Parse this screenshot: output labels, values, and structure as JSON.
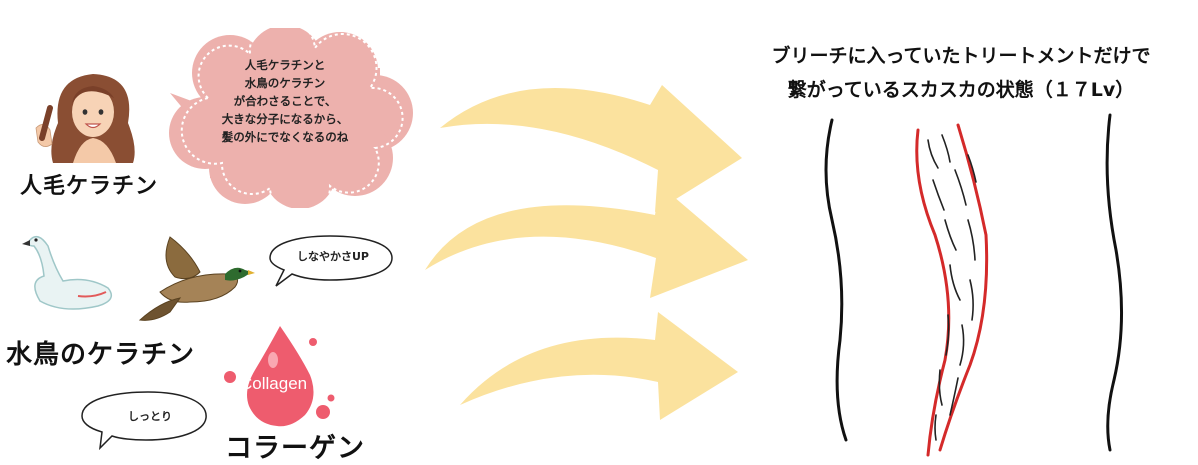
{
  "title": {
    "line1": "ブリーチに入っていたトリートメントだけで",
    "line2": "繋がっているスカスカの状態（１７Lv）"
  },
  "human_keratin": {
    "label": "人毛ケラチン",
    "speech": [
      "人毛ケラチンと",
      "水鳥のケラチン",
      "が合わさることで、",
      "大きな分子になるから、",
      "髪の外にでなくなるのね"
    ]
  },
  "waterbird_keratin": {
    "label": "水鳥のケラチン",
    "bubble": "しなやかさUP"
  },
  "collagen": {
    "label": "コラーゲン",
    "drop_text": "Collagen",
    "bubble": "しっとり"
  },
  "colors": {
    "arrow": "#FBE29E",
    "cloud": "#EDB1AD",
    "drop": "#EE5C6E",
    "hair_outline": "#D42A2A"
  }
}
